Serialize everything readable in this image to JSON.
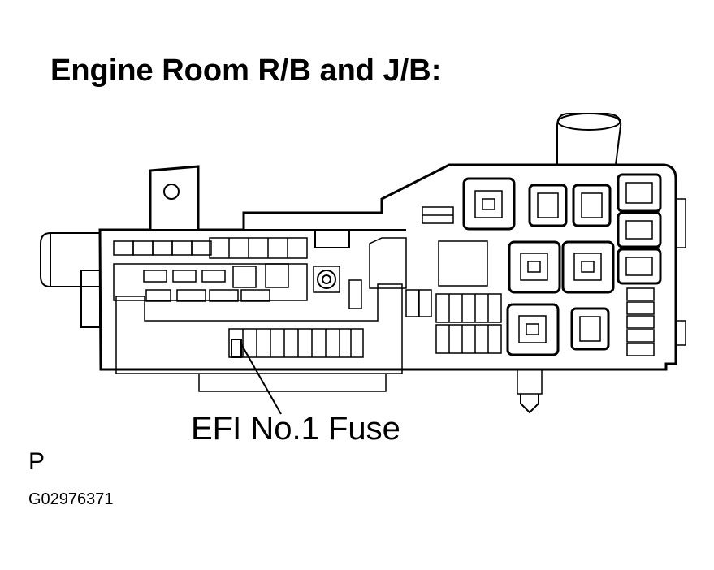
{
  "title": "Engine Room R/B and J/B:",
  "callout_label": "EFI No.1 Fuse",
  "view_letter": "P",
  "figure_id": "G02976371",
  "colors": {
    "line": "#000000",
    "background": "#ffffff"
  }
}
